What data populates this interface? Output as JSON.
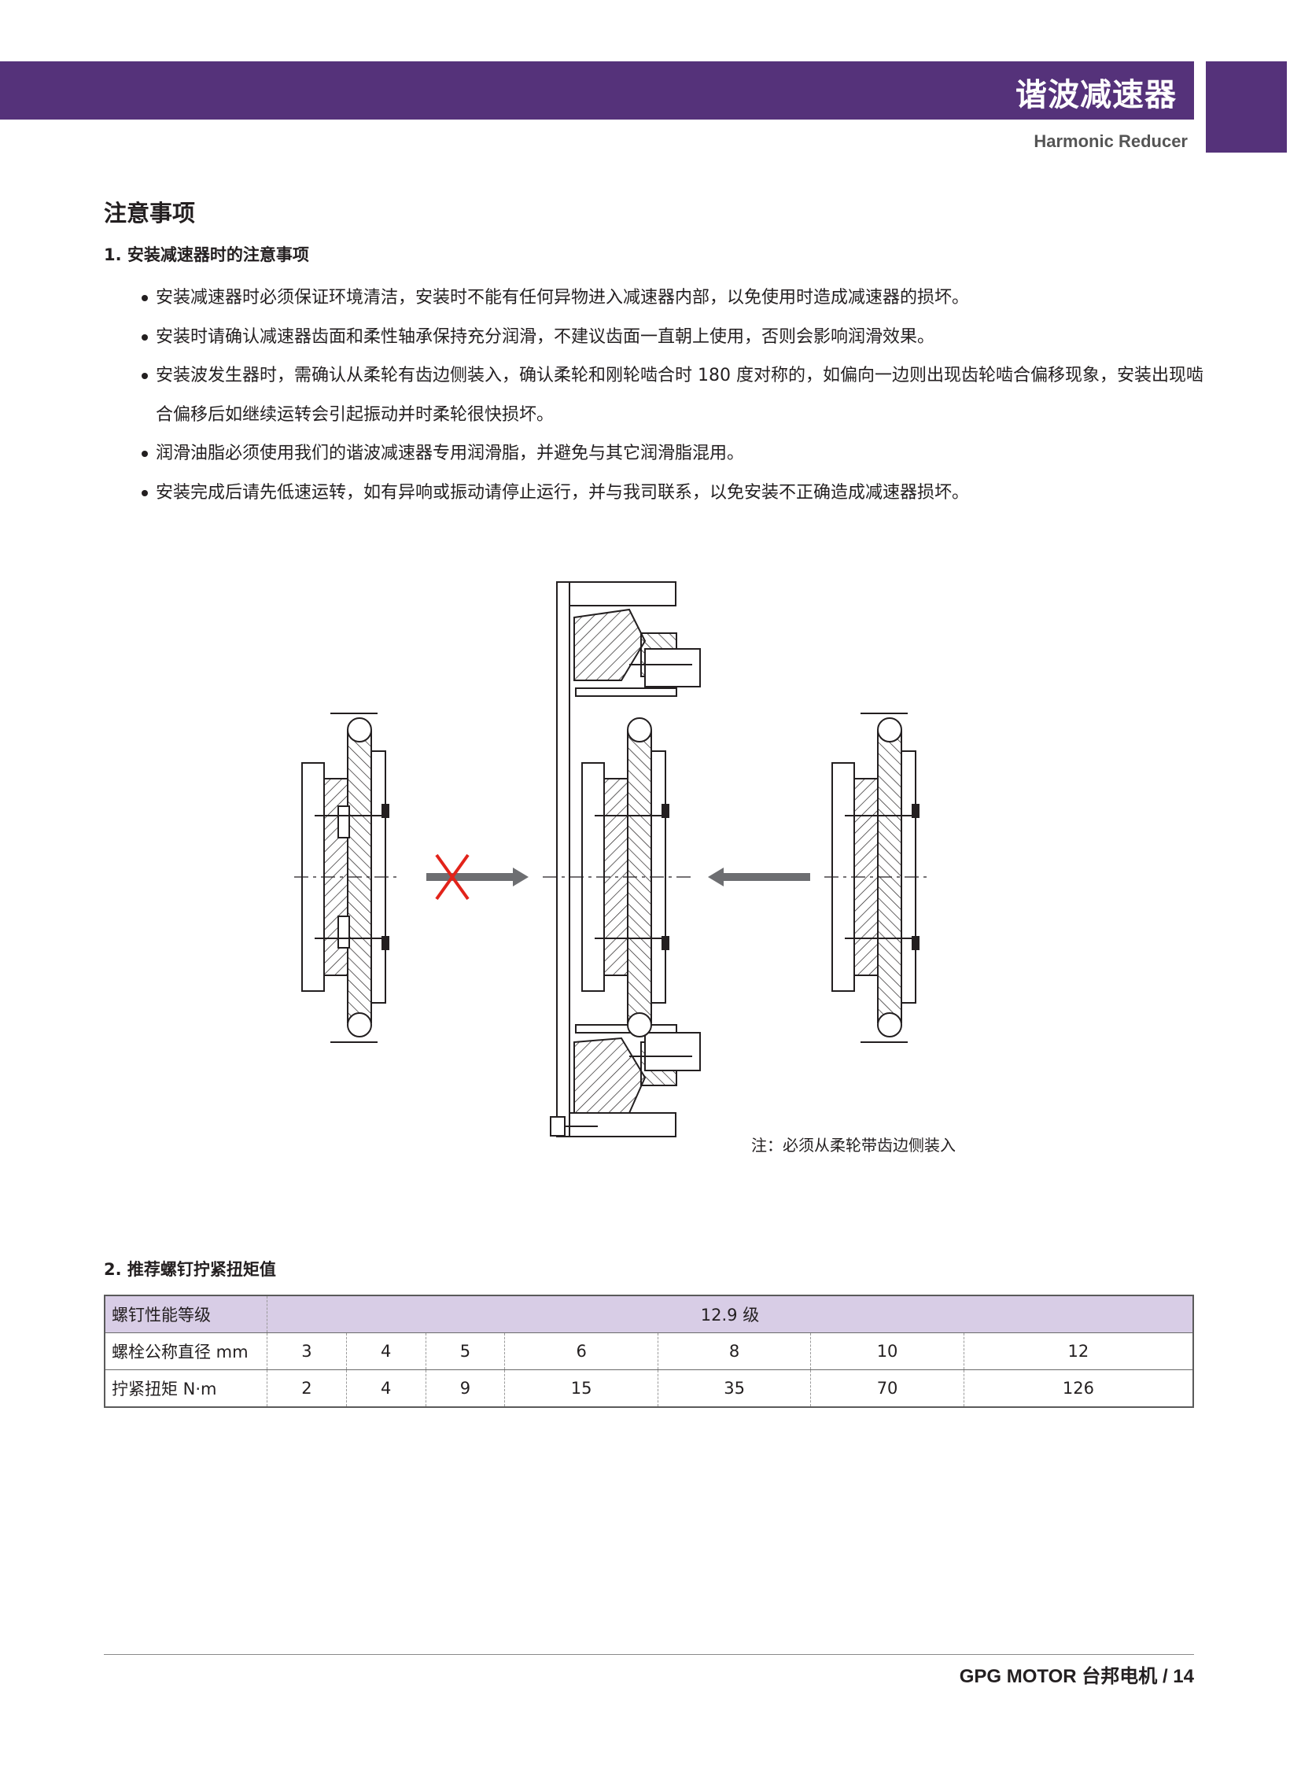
{
  "header": {
    "title": "谐波减速器",
    "subtitle": "Harmonic Reducer"
  },
  "section_title": "注意事项",
  "install": {
    "heading": "1. 安装减速器时的注意事项",
    "items": [
      "安装减速器时必须保证环境清洁，安装时不能有任何异物进入减速器内部，以免使用时造成减速器的损坏。",
      "安装时请确认减速器齿面和柔性轴承保持充分润滑，不建议齿面一直朝上使用，否则会影响润滑效果。",
      "安装波发生器时，需确认从柔轮有齿边侧装入，确认柔轮和刚轮啮合时 180 度对称的，如偏向一边则出现齿轮啮合偏移现象，安装出现啮合偏移后如继续运转会引起振动并时柔轮很快损坏。",
      "润滑油脂必须使用我们的谐波减速器专用润滑脂，并避免与其它润滑脂混用。",
      "安装完成后请先低速运转，如有异响或振动请停止运行，并与我司联系，以免安装不正确造成减速器损坏。"
    ],
    "diagram_note": "注：必须从柔轮带齿边侧装入"
  },
  "torque": {
    "heading": "2. 推荐螺钉拧紧扭矩值",
    "rows": [
      {
        "label": "螺钉性能等级",
        "values": [
          "12.9 级"
        ]
      },
      {
        "label": "螺栓公称直径 mm",
        "values": [
          "3",
          "4",
          "5",
          "6",
          "8",
          "10",
          "12"
        ]
      },
      {
        "label": "拧紧扭矩 N·m",
        "values": [
          "2",
          "4",
          "9",
          "15",
          "35",
          "70",
          "126"
        ]
      }
    ]
  },
  "footer": {
    "text": "GPG MOTOR 台邦电机  /  14"
  },
  "colors": {
    "brand": "#55327a",
    "table_header": "#d8cde6",
    "cross": "#e2231a",
    "arrow": "#6d6e71"
  }
}
